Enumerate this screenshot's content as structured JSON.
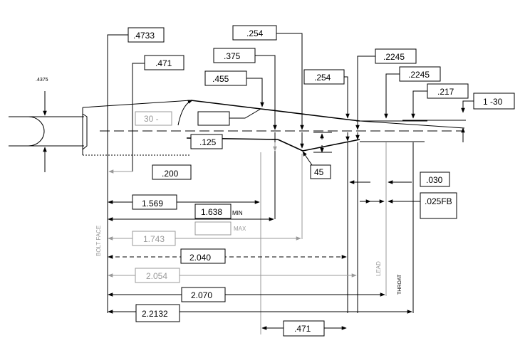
{
  "labels": {
    "d_4375": ".4375",
    "d_4733": ".4733",
    "d_471_top": ".471",
    "d_455": ".455",
    "d_375": ".375",
    "d_254_top": ".254",
    "d_254_mid": ".254",
    "d_2245_a": ".2245",
    "d_2245_b": ".2245",
    "d_217": ".217",
    "d_1_30": "1 -30",
    "d_30": "30 -",
    "d_125": ".125",
    "d_45": "45",
    "d_200": ".200",
    "d_030": ".030",
    "d_025fb": ".025FB",
    "d_1569": "1.569",
    "d_1638": "1.638",
    "min": "MIN",
    "max": "MAX",
    "d_1743": "1.743",
    "d_2040": "2.040",
    "d_2054": "2.054",
    "d_2070": "2.070",
    "d_22132": "2.2132",
    "d_471_bottom": ".471",
    "bolt_face": "BOLT FACE",
    "lead": "LEAD",
    "throat": "THROAT"
  }
}
